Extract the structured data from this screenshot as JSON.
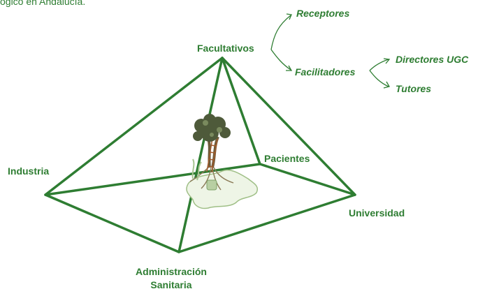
{
  "header_fragment": "ogico en Andalucía.",
  "nodes": {
    "facultativos": "Facultativos",
    "pacientes": "Pacientes",
    "industria": "Industria",
    "universidad": "Universidad",
    "administracion_line1": "Administración",
    "administracion_line2": "Sanitaria"
  },
  "branches": {
    "receptores": "Receptores",
    "facilitadores": "Facilitadores",
    "directores_ugc": "Directores UGC",
    "tutores": "Tutores"
  },
  "colors": {
    "line": "#2e7d32",
    "text": "#2e7d32",
    "tree_foliage": "#4e5a3a",
    "trunk": "#6b5b3a"
  },
  "icons": {
    "center_emblem": "tree-andalucia-emblem-icon"
  }
}
